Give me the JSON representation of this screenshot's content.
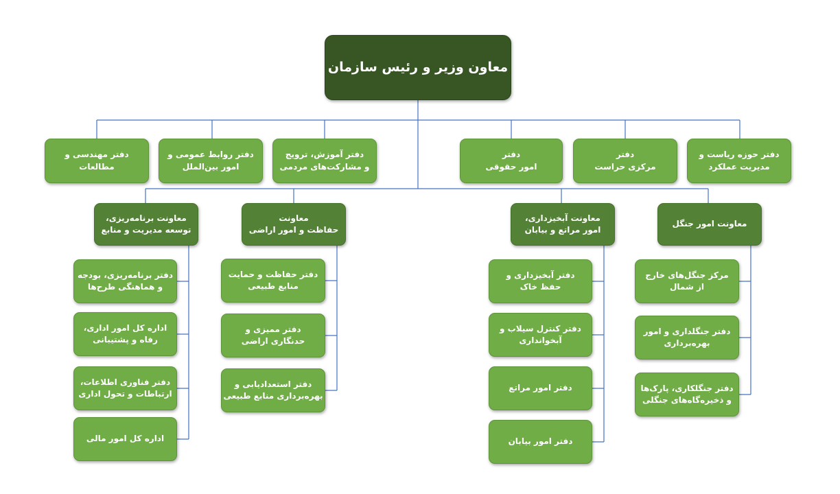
{
  "root": {
    "line1": "معاون وزیر و رئیس سازمان"
  },
  "offices": {
    "presidency": {
      "line1": "دفتر حوزه ریاست و",
      "line2": "مدیریت عملکرد"
    },
    "security": {
      "line1": "دفتر",
      "line2": "مرکزی حراست"
    },
    "legal": {
      "line1": "دفتر",
      "line2": "امور حقوقی"
    },
    "education": {
      "line1": "دفتر آموزش، ترویج",
      "line2": "و مشارکت‌های مردمی"
    },
    "public_relations": {
      "line1": "دفتر روابط عمومی و",
      "line2": "امور بین‌الملل"
    },
    "engineering": {
      "line1": "دفتر مهندسی و",
      "line2": "مطالعات"
    }
  },
  "deputies": {
    "forest": {
      "line1": "معاونت امور جنگل",
      "units": [
        {
          "line1": "مرکز جنگل‌های خارج",
          "line2": "از شمال"
        },
        {
          "line1": "دفتر جنگلداری و امور",
          "line2": "بهره‌برداری"
        },
        {
          "line1": "دفتر جنگلکاری، پارک‌ها",
          "line2": "و ذخیره‌گاه‌های جنگلی"
        }
      ]
    },
    "watershed": {
      "line1": "معاونت آبخیزداری،",
      "line2": "امور مراتع و بیابان",
      "units": [
        {
          "line1": "دفتر آبخیزداری و",
          "line2": "حفظ خاک"
        },
        {
          "line1": "دفتر کنترل سیلاب و",
          "line2": "آبخوانداری"
        },
        {
          "line1": "دفتر امور مراتع"
        },
        {
          "line1": "دفتر امور بیابان"
        }
      ]
    },
    "land": {
      "line1": "معاونت",
      "line2": "حفاظت و امور اراضی",
      "units": [
        {
          "line1": "دفتر حفاظت و حمایت",
          "line2": "منابع طبیعی"
        },
        {
          "line1": "دفتر ممیزی و",
          "line2": "حدنگاری اراضی"
        },
        {
          "line1": "دفتر استعدادیابی و",
          "line2": "بهره‌برداری منابع طبیعی"
        }
      ]
    },
    "planning": {
      "line1": "معاونت برنامه‌ریزی،",
      "line2": "توسعه مدیریت و منابع",
      "units": [
        {
          "line1": "دفتر برنامه‌ریزی، بودجه",
          "line2": "و هماهنگی طرح‌ها"
        },
        {
          "line1": "اداره کل امور اداری،",
          "line2": "رفاه و پشتیبانی"
        },
        {
          "line1": "دفتر فناوری اطلاعات،",
          "line2": "ارتباطات و تحول اداری"
        },
        {
          "line1": "اداره کل امور مالی"
        }
      ]
    }
  }
}
